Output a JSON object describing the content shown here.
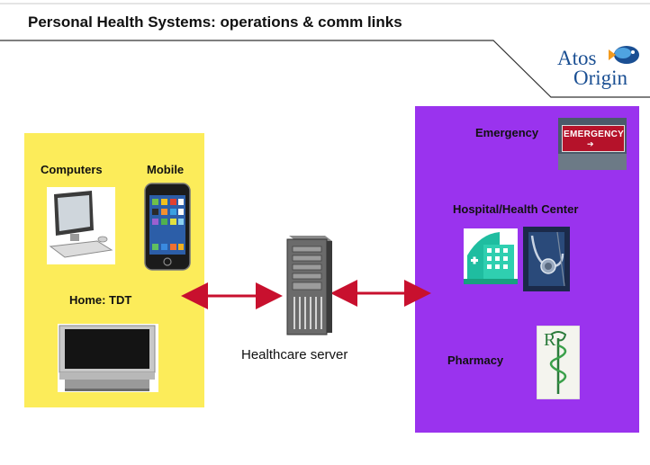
{
  "slide": {
    "title": "Personal Health Systems: operations & comm links"
  },
  "logo": {
    "line1": "Atos",
    "line2": "Origin"
  },
  "home": {
    "computers_label": "Computers",
    "mobile_label": "Mobile",
    "tdt_label": "Home: TDT"
  },
  "server": {
    "label": "Healthcare server"
  },
  "services": {
    "emergency_label": "Emergency",
    "emergency_sign_text": "EMERGENCY",
    "hospital_label": "Hospital/Health Center",
    "pharmacy_label": "Pharmacy"
  },
  "colors": {
    "home_panel": "#fcec5a",
    "services_panel": "#9a33ee",
    "arrow": "#c8102e",
    "emergency_sign": "#b5122a"
  },
  "icons": [
    "computer-icon",
    "mobile-phone-icon",
    "tv-icon",
    "server-icon",
    "emergency-sign-icon",
    "hospital-building-icon",
    "stethoscope-icon",
    "pharmacy-symbol-icon"
  ]
}
